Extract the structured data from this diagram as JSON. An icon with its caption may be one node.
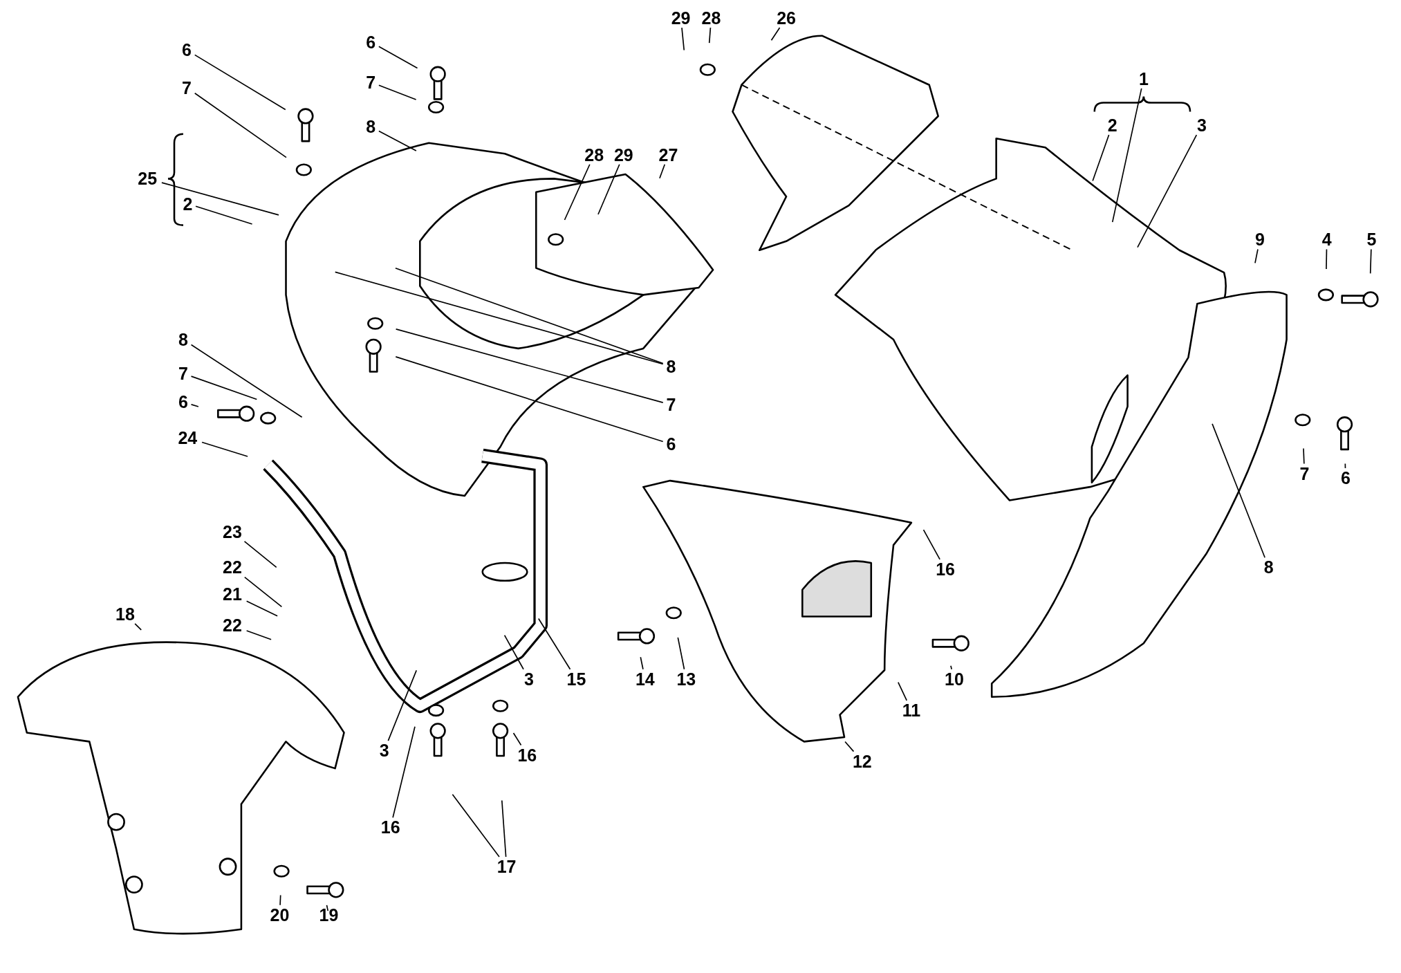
{
  "diagram": {
    "nodes": [
      {
        "text": [
          "29"
        ]
      },
      {
        "text": [
          "28"
        ]
      },
      {
        "text": [
          "26"
        ]
      },
      {
        "text": [
          "6"
        ]
      },
      {
        "text": [
          "6"
        ]
      },
      {
        "text": [
          "1"
        ]
      },
      {
        "text": [
          "7"
        ]
      },
      {
        "text": [
          "7"
        ]
      },
      {
        "text": [
          "2"
        ]
      },
      {
        "text": [
          "3"
        ]
      },
      {
        "text": [
          "8"
        ]
      },
      {
        "text": [
          "28"
        ]
      },
      {
        "text": [
          "29"
        ]
      },
      {
        "text": [
          "27"
        ]
      },
      {
        "text": [
          "25"
        ]
      },
      {
        "text": [
          "2"
        ]
      },
      {
        "text": [
          "9"
        ]
      },
      {
        "text": [
          "4"
        ]
      },
      {
        "text": [
          "5"
        ]
      },
      {
        "text": [
          "8"
        ]
      },
      {
        "text": [
          "8"
        ]
      },
      {
        "text": [
          "7"
        ]
      },
      {
        "text": [
          "7"
        ]
      },
      {
        "text": [
          "6"
        ]
      },
      {
        "text": [
          "6"
        ]
      },
      {
        "text": [
          "24"
        ]
      },
      {
        "text": [
          "7"
        ]
      },
      {
        "text": [
          "6"
        ]
      },
      {
        "text": [
          "23"
        ]
      },
      {
        "text": [
          "8"
        ]
      },
      {
        "text": [
          "16"
        ]
      },
      {
        "text": [
          "22"
        ]
      },
      {
        "text": [
          "21"
        ]
      },
      {
        "text": [
          "18"
        ]
      },
      {
        "text": [
          "22"
        ]
      },
      {
        "text": [
          "14"
        ]
      },
      {
        "text": [
          "13"
        ]
      },
      {
        "text": [
          "3"
        ]
      },
      {
        "text": [
          "15"
        ]
      },
      {
        "text": [
          "10"
        ]
      },
      {
        "text": [
          "11"
        ]
      },
      {
        "text": [
          "3"
        ]
      },
      {
        "text": [
          "16"
        ]
      },
      {
        "text": [
          "12"
        ]
      },
      {
        "text": [
          "16"
        ]
      },
      {
        "text": [
          "17"
        ]
      },
      {
        "text": [
          "20"
        ]
      },
      {
        "text": [
          "19"
        ]
      }
    ],
    "edges": [
      {
        "from": 0,
        "to": null,
        "arrow": "none"
      },
      {
        "from": 1,
        "to": null,
        "arrow": "none"
      },
      {
        "from": 2,
        "to": null,
        "arrow": "none"
      },
      {
        "from": 3,
        "to": null,
        "arrow": "none"
      },
      {
        "from": 4,
        "to": null,
        "arrow": "none"
      },
      {
        "from": 5,
        "to": null,
        "arrow": "none"
      },
      {
        "from": 6,
        "to": null,
        "arrow": "none"
      },
      {
        "from": 7,
        "to": null,
        "arrow": "none"
      },
      {
        "from": 8,
        "to": null,
        "arrow": "none"
      },
      {
        "from": 9,
        "to": null,
        "arrow": "none"
      },
      {
        "from": 10,
        "to": null,
        "arrow": "none"
      },
      {
        "from": 11,
        "to": null,
        "arrow": "none"
      },
      {
        "from": 12,
        "to": null,
        "arrow": "none"
      },
      {
        "from": 13,
        "to": null,
        "arrow": "none"
      },
      {
        "from": 14,
        "to": null,
        "arrow": "none"
      },
      {
        "from": 15,
        "to": null,
        "arrow": "none"
      },
      {
        "from": 16,
        "to": null,
        "arrow": "none"
      },
      {
        "from": 17,
        "to": null,
        "arrow": "none"
      },
      {
        "from": 18,
        "to": null,
        "arrow": "none"
      },
      {
        "from": 19,
        "to": null,
        "arrow": "none"
      },
      {
        "from": 20,
        "to": null,
        "arrow": "none"
      },
      {
        "from": 20,
        "to": null,
        "arrow": "none"
      },
      {
        "from": 21,
        "to": null,
        "arrow": "none"
      },
      {
        "from": 22,
        "to": null,
        "arrow": "none"
      },
      {
        "from": 23,
        "to": null,
        "arrow": "none"
      },
      {
        "from": 24,
        "to": null,
        "arrow": "none"
      },
      {
        "from": 25,
        "to": null,
        "arrow": "none"
      },
      {
        "from": 26,
        "to": null,
        "arrow": "none"
      },
      {
        "from": 27,
        "to": null,
        "arrow": "none"
      },
      {
        "from": 28,
        "to": null,
        "arrow": "none"
      },
      {
        "from": 29,
        "to": null,
        "arrow": "none"
      },
      {
        "from": 30,
        "to": null,
        "arrow": "none"
      },
      {
        "from": 31,
        "to": null,
        "arrow": "none"
      },
      {
        "from": 32,
        "to": null,
        "arrow": "none"
      },
      {
        "from": 33,
        "to": null,
        "arrow": "none"
      },
      {
        "from": 34,
        "to": null,
        "arrow": "none"
      },
      {
        "from": 35,
        "to": null,
        "arrow": "none"
      },
      {
        "from": 36,
        "to": null,
        "arrow": "none"
      },
      {
        "from": 37,
        "to": null,
        "arrow": "none"
      },
      {
        "from": 38,
        "to": null,
        "arrow": "none"
      },
      {
        "from": 39,
        "to": null,
        "arrow": "none"
      },
      {
        "from": 40,
        "to": null,
        "arrow": "none"
      },
      {
        "from": 41,
        "to": null,
        "arrow": "none"
      },
      {
        "from": 42,
        "to": null,
        "arrow": "none"
      },
      {
        "from": 43,
        "to": null,
        "arrow": "none"
      },
      {
        "from": 44,
        "to": null,
        "arrow": "none"
      },
      {
        "from": 45,
        "to": null,
        "arrow": "none"
      },
      {
        "from": 45,
        "to": null,
        "arrow": "none"
      },
      {
        "from": 46,
        "to": null,
        "arrow": "none"
      },
      {
        "from": 47,
        "to": null,
        "arrow": "none"
      }
    ]
  }
}
